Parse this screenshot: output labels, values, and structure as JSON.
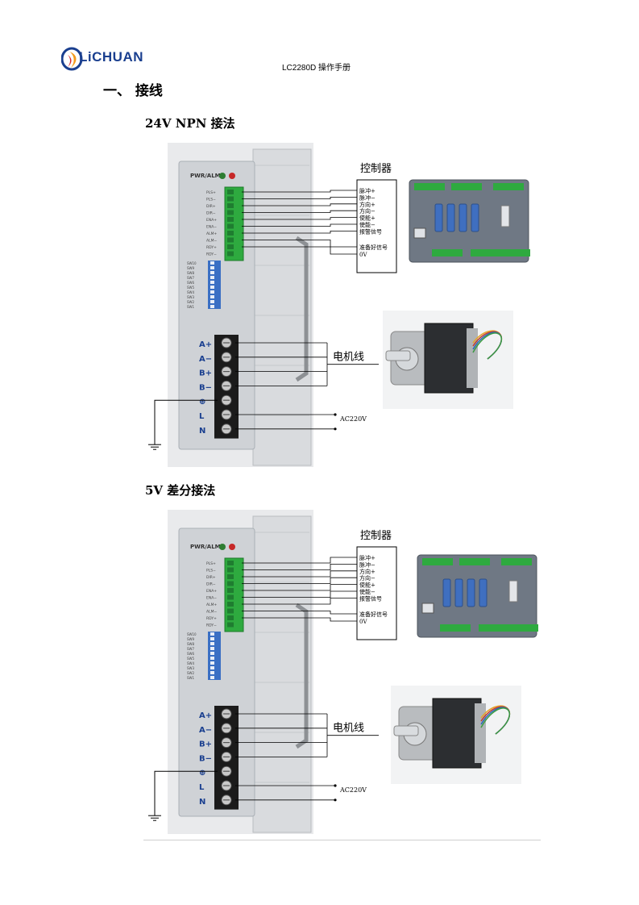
{
  "header": {
    "brand": "LiCHUAN",
    "doc_title": "LC2280D 操作手册"
  },
  "section": {
    "title": "一、 接线"
  },
  "diagrams": [
    {
      "subtitle": "24V NPN 接法",
      "panel_label": "PWR/ALM",
      "controller_label": "控制器",
      "signals": [
        "脉冲+",
        "脉冲−",
        "方向+",
        "方向−",
        "使能+",
        "使能−",
        "报警信号"
      ],
      "signals2": [
        "准备好信号",
        "0V"
      ],
      "motor_label": "电机线",
      "ac_label": "AC220V",
      "terminal_labels": [
        "A+",
        "A−",
        "B+",
        "B−",
        "⊕",
        "L",
        "N"
      ],
      "pin_labels": [
        "PLS+",
        "PLS−",
        "DIR+",
        "DIR−",
        "ENA+",
        "ENA−",
        "ALM+",
        "ALM−",
        "RDY+",
        "RDY−"
      ],
      "dip_labels": [
        "SW10",
        "SW9",
        "SW8",
        "SW7",
        "SW6",
        "SW5",
        "SW4",
        "SW3",
        "SW2",
        "SW1"
      ]
    },
    {
      "subtitle": "5V 差分接法",
      "panel_label": "PWR/ALM",
      "controller_label": "控制器",
      "signals": [
        "脉冲+",
        "脉冲−",
        "方向+",
        "方向−",
        "使能+",
        "使能−",
        "报警信号"
      ],
      "signals2": [
        "准备好信号",
        "0V"
      ],
      "motor_label": "电机线",
      "ac_label": "AC220V",
      "terminal_labels": [
        "A+",
        "A−",
        "B+",
        "B−",
        "⊕",
        "L",
        "N"
      ],
      "pin_labels": [
        "PLS+",
        "PLS−",
        "DIR+",
        "DIR−",
        "ENA+",
        "ENA−",
        "ALM+",
        "ALM−",
        "RDY+",
        "RDY−"
      ],
      "dip_labels": [
        "SW10",
        "SW9",
        "SW8",
        "SW7",
        "SW6",
        "SW5",
        "SW4",
        "SW3",
        "SW2",
        "SW1"
      ]
    }
  ],
  "colors": {
    "brand_blue": "#1a3f8f",
    "brand_orange": "#f39a1b",
    "terminal_green": "#2eaa3f",
    "driver_gray": "#cfd2d6"
  }
}
